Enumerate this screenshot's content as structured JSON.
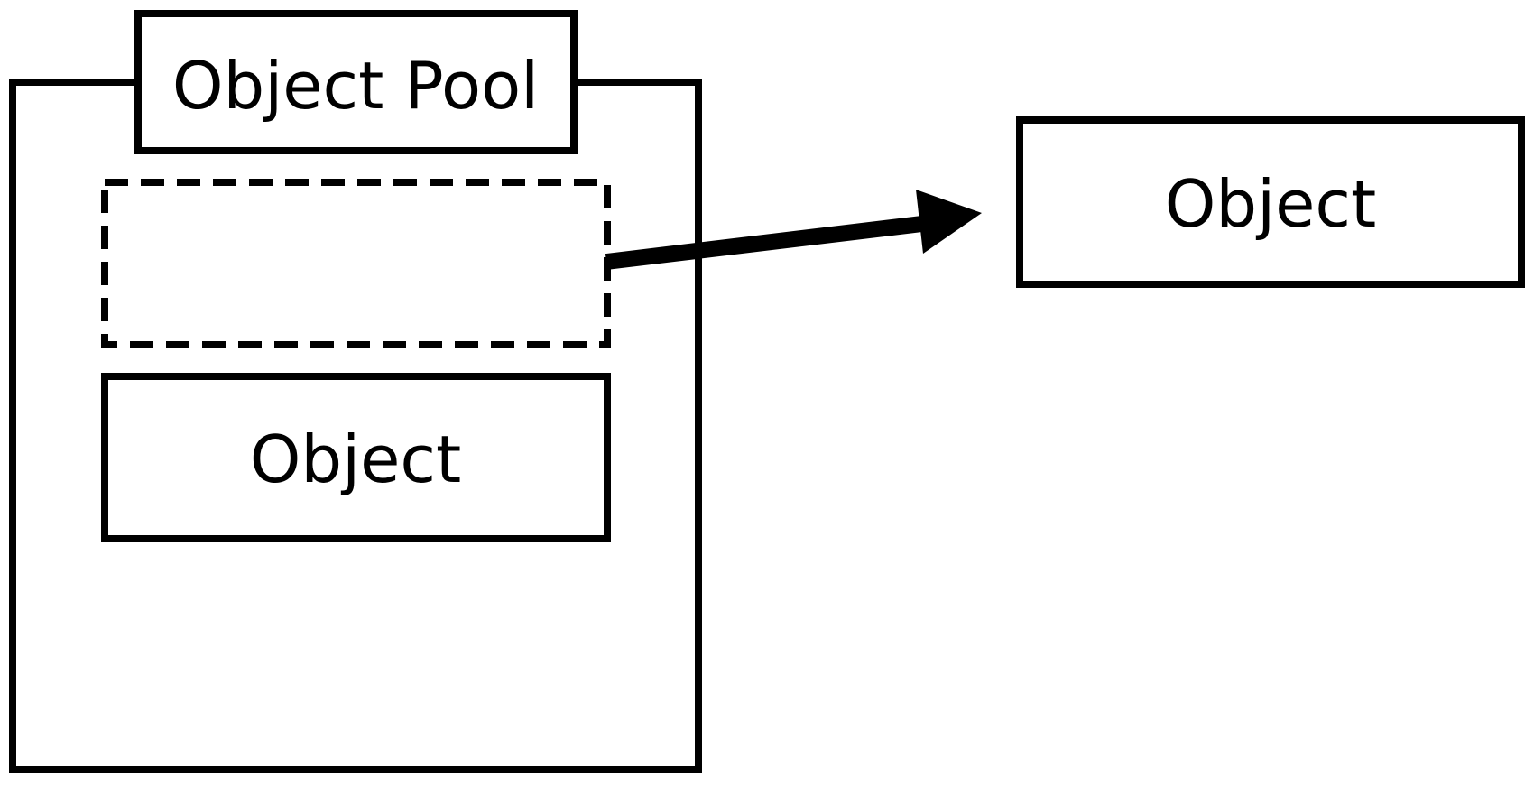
{
  "diagram": {
    "pool_label": "Object Pool",
    "inner_object_label": "Object",
    "outer_object_label": "Object"
  },
  "colors": {
    "stroke": "#000000",
    "background": "#ffffff"
  }
}
